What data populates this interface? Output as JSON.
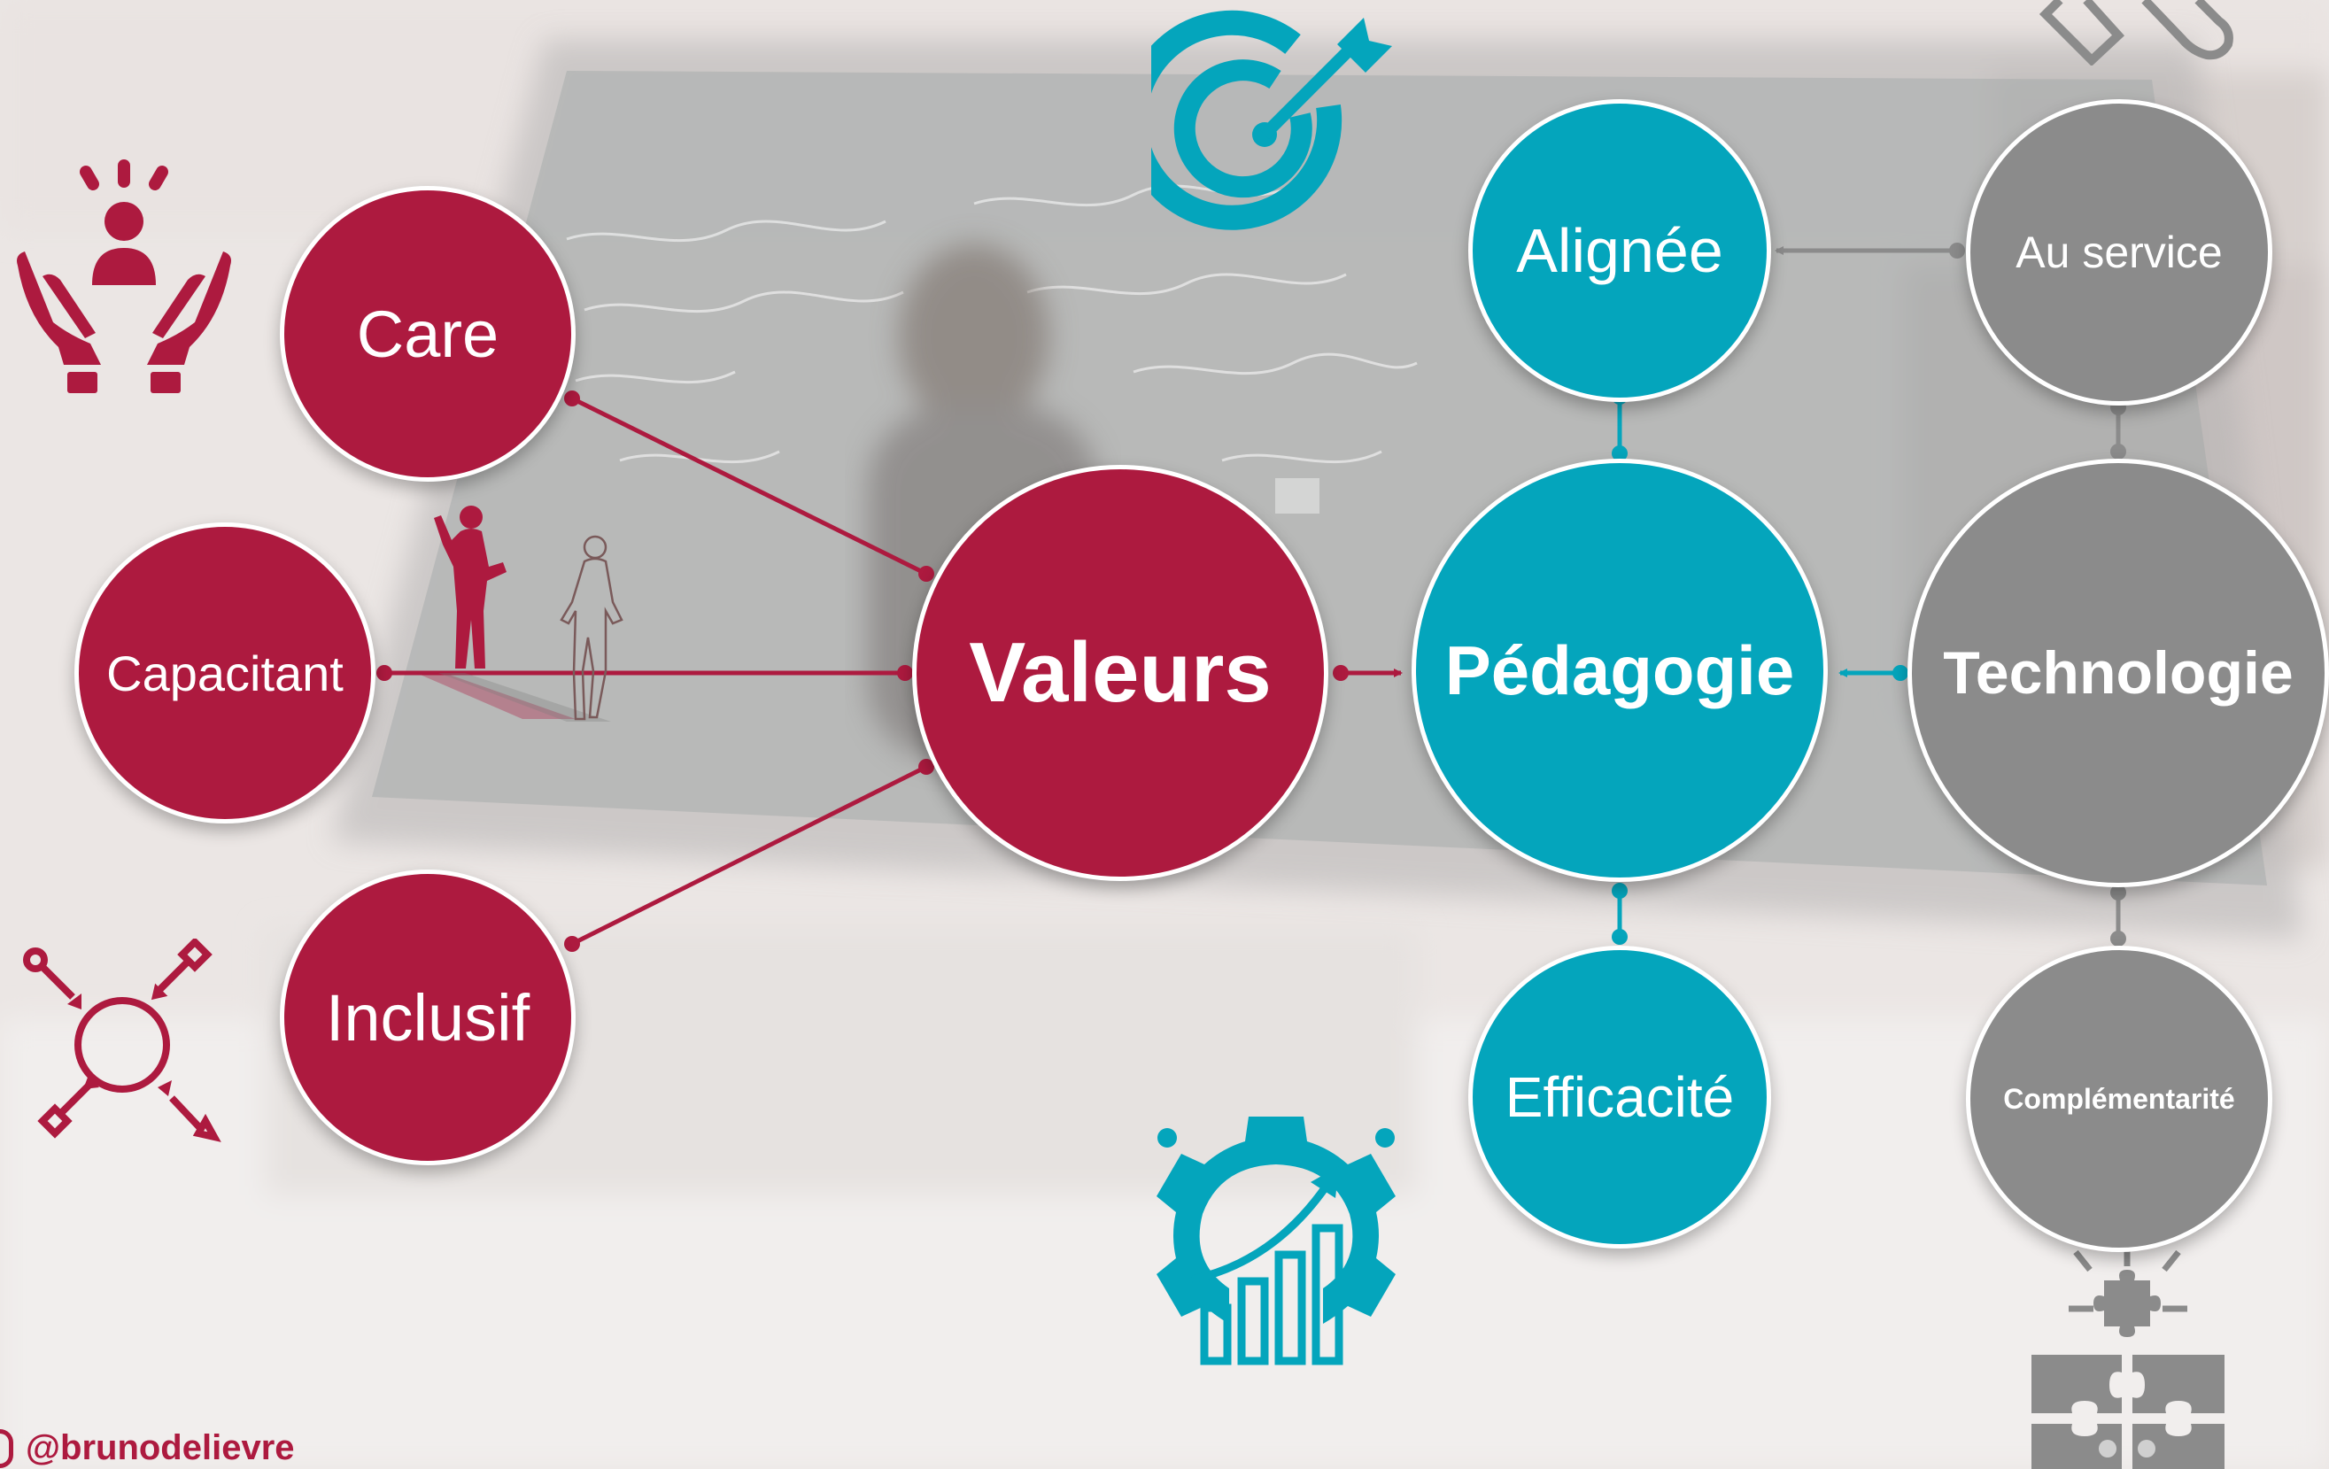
{
  "nodes": {
    "care": "Care",
    "capacitant": "Capacitant",
    "inclusif": "Inclusif",
    "valeurs": "Valeurs",
    "pedagogie": "Pédagogie",
    "alignee": "Alignée",
    "efficacite": "Efficacité",
    "technologie": "Technologie",
    "au_service": "Au service",
    "complementarite": "Complémentarité"
  },
  "footer": {
    "handle": "@brunodelievre"
  },
  "colors": {
    "red": "#ad1a3f",
    "teal": "#04a5bc",
    "grey": "#8b8b8b",
    "background": "#ede8e6"
  },
  "icons": {
    "care": "hands-holding-person-icon",
    "capacitant": "standing-people-silhouette-icon",
    "inclusif": "inclusion-circle-arrows-icon",
    "alignee": "target-arrow-icon",
    "efficacite": "gear-growth-chart-icon",
    "technologie": "tools-icon",
    "complementarite": "puzzle-pieces-icon"
  }
}
